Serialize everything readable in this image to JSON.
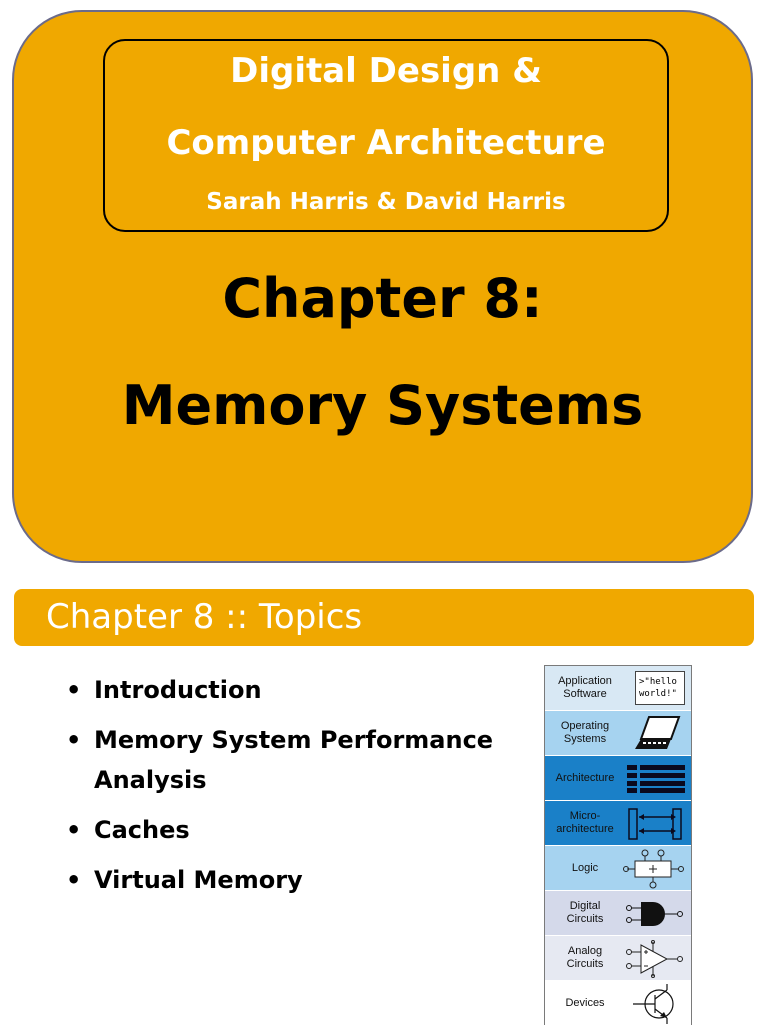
{
  "title_slide": {
    "book_title_line1": "Digital Design &",
    "book_title_line2": "Computer Architecture",
    "authors": "Sarah Harris & David Harris",
    "chapter_number": "Chapter 8:",
    "chapter_name": "Memory Systems"
  },
  "topics_slide": {
    "heading": "Chapter 8 :: Topics",
    "topics": [
      "Introduction",
      "Memory System Performance Analysis",
      "Caches",
      "Virtual Memory"
    ]
  },
  "abstraction_stack": {
    "layers": [
      {
        "label_line1": "Application",
        "label_line2": "Software",
        "icon": "hello-world-icon",
        "icon_text_1": ">\"hello",
        "icon_text_2": "world!\"",
        "color": "#d8e8f4"
      },
      {
        "label_line1": "Operating",
        "label_line2": "Systems",
        "icon": "laptop-icon",
        "color": "#a6d3f0"
      },
      {
        "label_line1": "Architecture",
        "label_line2": "",
        "icon": "instruction-table-icon",
        "color": "#1a80c8"
      },
      {
        "label_line1": "Micro-",
        "label_line2": "architecture",
        "icon": "datapath-icon",
        "color": "#1a80c8"
      },
      {
        "label_line1": "Logic",
        "label_line2": "",
        "icon": "adder-icon",
        "color": "#a6d3f0"
      },
      {
        "label_line1": "Digital",
        "label_line2": "Circuits",
        "icon": "and-gate-icon",
        "color": "#d4d9ea"
      },
      {
        "label_line1": "Analog",
        "label_line2": "Circuits",
        "icon": "amplifier-icon",
        "color": "#e6e9f2"
      },
      {
        "label_line1": "Devices",
        "label_line2": "",
        "icon": "transistor-icon",
        "color": "#ffffff"
      }
    ]
  }
}
